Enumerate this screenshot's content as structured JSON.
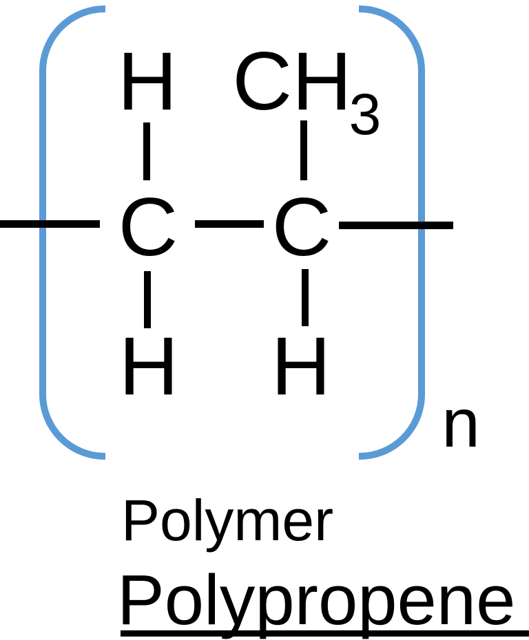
{
  "molecule": {
    "hydrogen_top": "H",
    "methyl_group": "CH",
    "methyl_subscript": "3",
    "carbon_left": "C",
    "carbon_right": "C",
    "hydrogen_bottom_left": "H",
    "hydrogen_bottom_right": "H",
    "repeat_count": "n"
  },
  "labels": {
    "category": "Polymer",
    "name": "Polypropene"
  },
  "colors": {
    "bracket_blue": "#5B9BD5",
    "bond_black": "#000000",
    "background": "#FFFFFF"
  }
}
